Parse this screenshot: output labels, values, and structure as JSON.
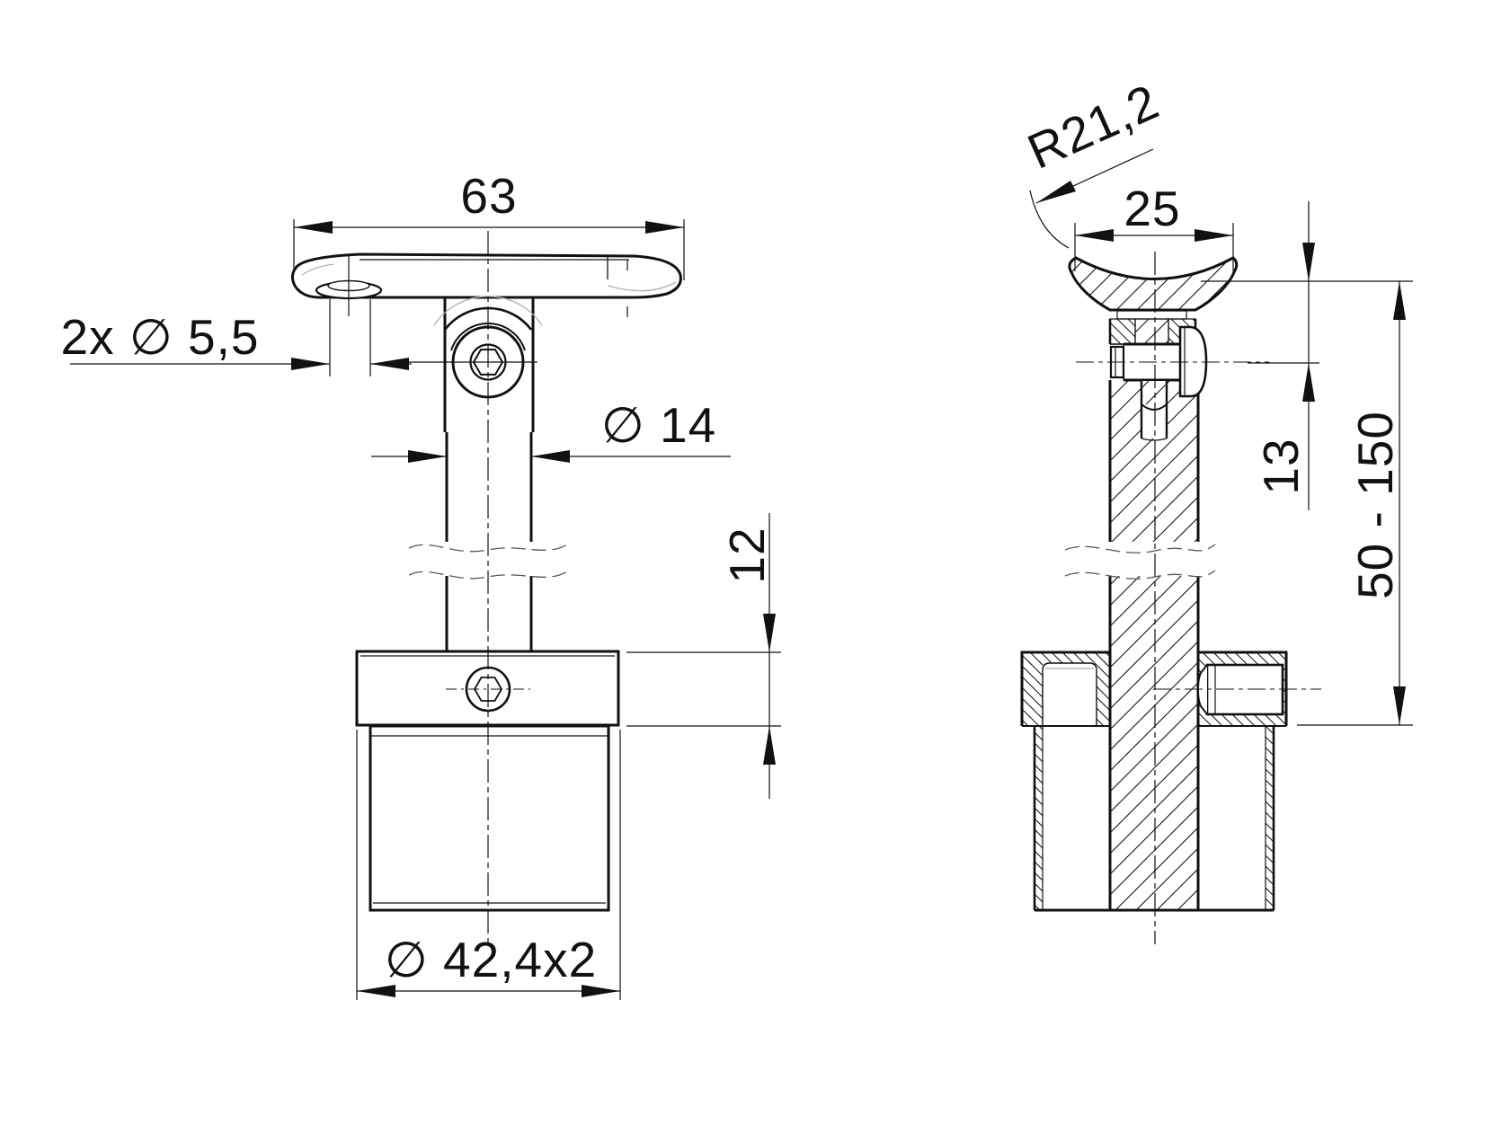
{
  "page": {
    "background": "#ffffff",
    "line_color": "#111111",
    "faint_line_color": "#b0b0b0",
    "break_line_color": "#555555"
  },
  "drawing": {
    "description": "Two-view technical drawing of an adjustable handrail support bracket (saddle, stem, collar with set screw, tube adapter)",
    "views": {
      "front": {
        "name": "front-view",
        "dims": {
          "saddle_width": {
            "label": "63"
          },
          "slot_holes": {
            "label": "2x ∅ 5,5"
          },
          "stem_diameter": {
            "label": "∅ 14"
          },
          "collar_height": {
            "label": "12"
          },
          "tube_diameter": {
            "label": "∅ 42,4x2"
          }
        }
      },
      "side": {
        "name": "side-view",
        "dims": {
          "saddle_radius": {
            "label": "R21,2"
          },
          "saddle_depth": {
            "label": "25"
          },
          "seat_to_bolt": {
            "label": "13"
          },
          "adjustment_range": {
            "label": "50 - 150"
          }
        }
      }
    }
  }
}
